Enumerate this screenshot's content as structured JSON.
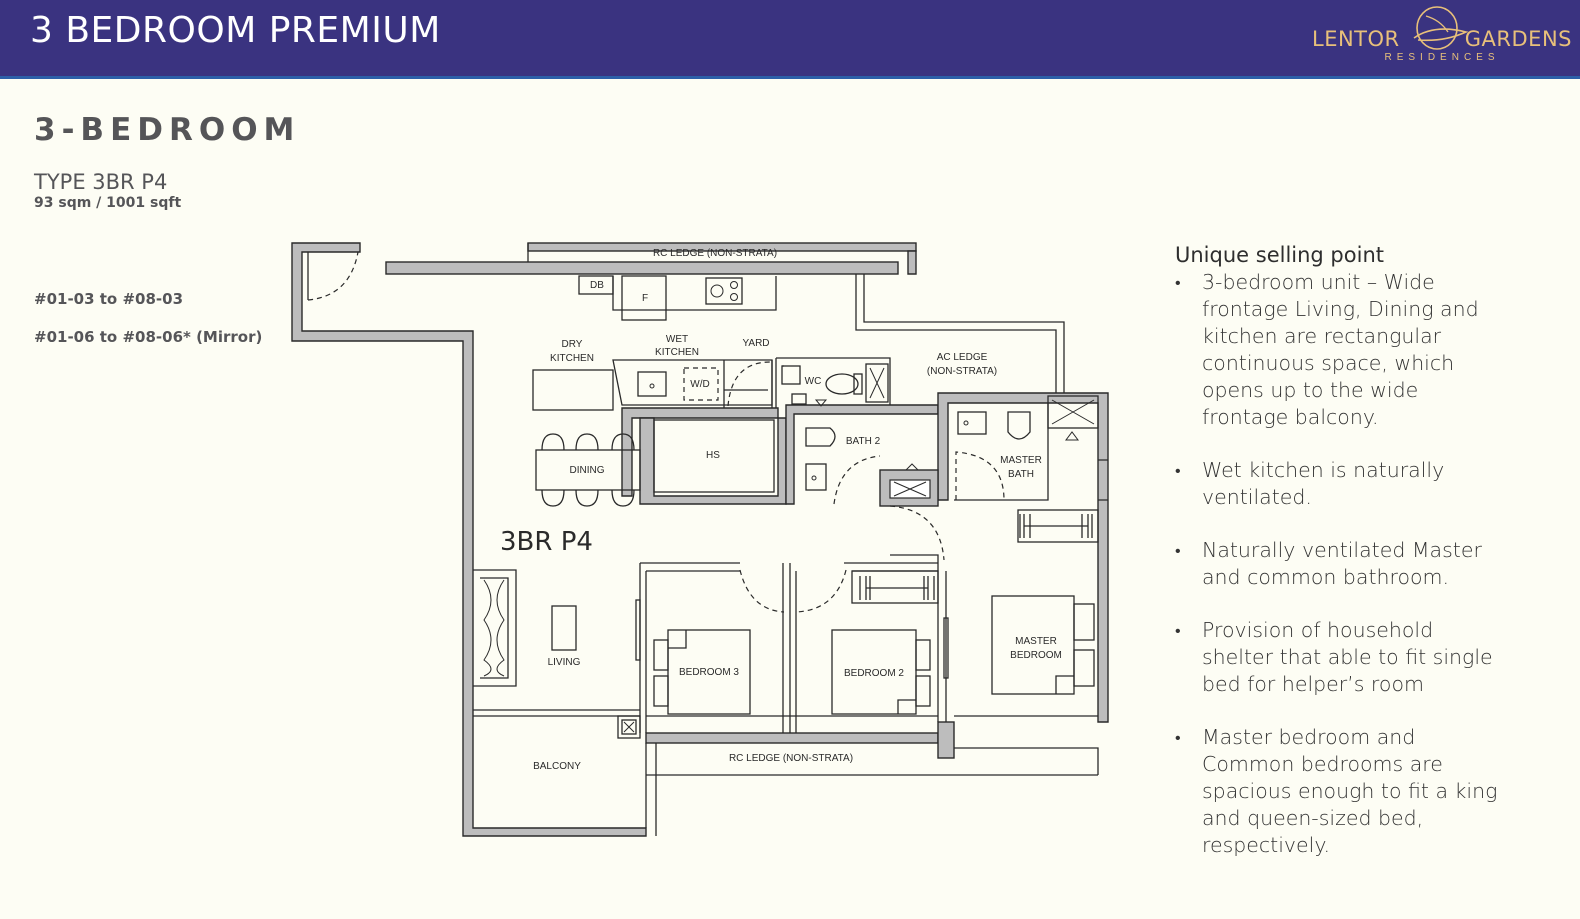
{
  "header": {
    "title": "3 BEDROOM PREMIUM",
    "brand_left": "LENTOR",
    "brand_right": "GARDENS",
    "brand_sub": "RESIDENCES",
    "bg_color": "#3a3380",
    "accent_color": "#e8c07a"
  },
  "unit": {
    "category": "3-BEDROOM",
    "type": "TYPE 3BR P4",
    "size": "93 sqm / 1001 sqft",
    "stacks": [
      "#01-03 to #08-03",
      "#01-06 to #08-06* (Mirror)"
    ]
  },
  "plan": {
    "name": "3BR P4",
    "labels": {
      "rc_ledge_top": "RC LEDGE (NON-STRATA)",
      "db": "DB",
      "fridge": "F",
      "dry_kitchen_1": "DRY",
      "dry_kitchen_2": "KITCHEN",
      "wet_kitchen_1": "WET",
      "wet_kitchen_2": "KITCHEN",
      "yard": "YARD",
      "wd": "W/D",
      "wc": "WC",
      "ac_ledge_1": "AC LEDGE",
      "ac_ledge_2": "(NON-STRATA)",
      "hs": "HS",
      "dining": "DINING",
      "bath2": "BATH 2",
      "master_bath_1": "MASTER",
      "master_bath_2": "BATH",
      "living": "LIVING",
      "bedroom3": "BEDROOM 3",
      "bedroom2": "BEDROOM 2",
      "master_bedroom_1": "MASTER",
      "master_bedroom_2": "BEDROOM",
      "balcony": "BALCONY",
      "rc_ledge_bottom": "RC LEDGE (NON-STRATA)"
    }
  },
  "usp": {
    "title": "Unique selling point",
    "bullet": "•",
    "points": [
      [
        "3-bedroom unit – Wide",
        "frontage Living, Dining and",
        "kitchen are rectangular",
        "continuous space, which",
        "opens up to the wide",
        "frontage balcony."
      ],
      [
        "Wet kitchen is naturally",
        "ventilated."
      ],
      [
        "Naturally ventilated Master",
        "and common bathroom."
      ],
      [
        "Provision of household",
        "shelter that able to fit single",
        "bed for helper’s room"
      ],
      [
        "Master bedroom and",
        "Common bedrooms are",
        "spacious enough to fit a king",
        "and queen-sized bed,",
        "respectively."
      ]
    ]
  }
}
